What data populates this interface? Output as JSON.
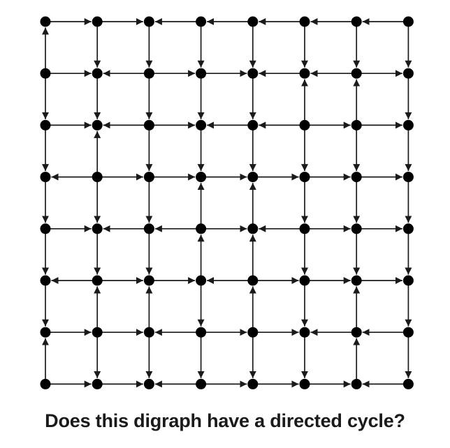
{
  "caption": "Does this digraph have a directed cycle?",
  "graph": {
    "rows": 8,
    "cols": 8,
    "node_color": "#000000",
    "edge_color": "#1a1a1a",
    "horizontal_edges": [
      [
        "R",
        "R",
        "L",
        "L",
        "L",
        "L",
        "L"
      ],
      [
        "R",
        "L",
        "R",
        "R",
        "L",
        "L",
        "R"
      ],
      [
        "R",
        "L",
        "R",
        "L",
        "L",
        "R",
        "R"
      ],
      [
        "L",
        "R",
        "R",
        "R",
        "R",
        "R",
        "R"
      ],
      [
        "R",
        "L",
        "L",
        "R",
        "L",
        "R",
        "R"
      ],
      [
        "L",
        "R",
        "R",
        "L",
        "R",
        "R",
        "R"
      ],
      [
        "R",
        "R",
        "L",
        "R",
        "R",
        "L",
        "L"
      ],
      [
        "R",
        "R",
        "L",
        "R",
        "R",
        "R",
        "L"
      ]
    ],
    "vertical_edges": [
      [
        "U",
        "D",
        "D",
        "D",
        "D",
        "D",
        "D",
        "D"
      ],
      [
        "D",
        "D",
        "D",
        "D",
        "D",
        "U",
        "U",
        "D"
      ],
      [
        "D",
        "U",
        "D",
        "D",
        "D",
        "D",
        "D",
        "D"
      ],
      [
        "D",
        "D",
        "D",
        "U",
        "U",
        "D",
        "D",
        "D"
      ],
      [
        "D",
        "D",
        "D",
        "U",
        "U",
        "D",
        "D",
        "D"
      ],
      [
        "D",
        "U",
        "U",
        "D",
        "U",
        "D",
        "U",
        "D"
      ],
      [
        "U",
        "D",
        "D",
        "D",
        "D",
        "D",
        "U",
        "D"
      ]
    ]
  }
}
